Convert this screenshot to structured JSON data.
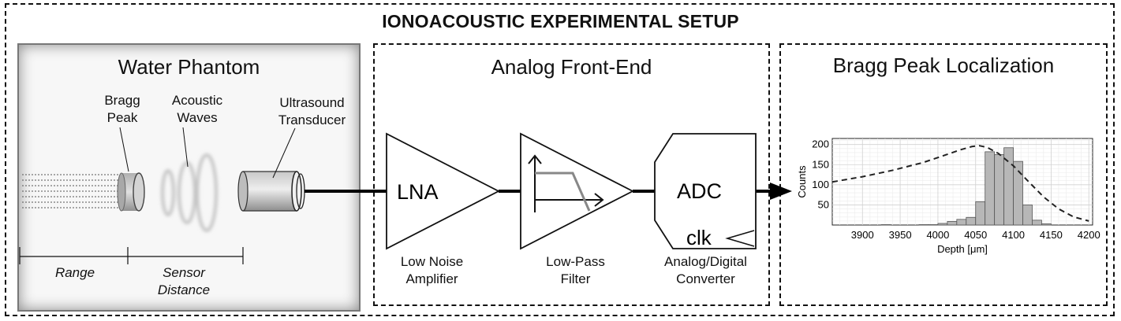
{
  "title": "IONOACOUSTIC EXPERIMENTAL SETUP",
  "water_phantom": {
    "title": "Water Phantom",
    "bragg_peak": [
      "Bragg",
      "Peak"
    ],
    "acoustic_waves": [
      "Acoustic",
      "Waves"
    ],
    "transducer": [
      "Ultrasound",
      "Transducer"
    ],
    "range": "Range",
    "sensor_distance": [
      "Sensor",
      "Distance"
    ]
  },
  "afe": {
    "title": "Analog Front-End",
    "lna": "LNA",
    "lna_caption": [
      "Low Noise",
      "Amplifier"
    ],
    "lpf_caption": [
      "Low-Pass",
      "Filter"
    ],
    "adc": "ADC",
    "clk": "clk",
    "adc_caption": [
      "Analog/Digital",
      "Converter"
    ]
  },
  "localization": {
    "title": "Bragg Peak Localization"
  },
  "chart_data": {
    "type": "bar",
    "xlabel": "Depth [μm]",
    "ylabel": "Counts",
    "xlim": [
      3860,
      4205
    ],
    "ylim": [
      0,
      215
    ],
    "x_ticks": [
      "3900",
      "3950",
      "4000",
      "4050",
      "4100",
      "4150",
      "4200"
    ],
    "y_ticks": [
      "50",
      "100",
      "150",
      "200"
    ],
    "bin_width": 12.5,
    "bins": [
      3925,
      3975,
      3987.5,
      4000,
      4012.5,
      4025,
      4037.5,
      4050,
      4062.5,
      4075,
      4087.5,
      4100,
      4112.5,
      4125,
      4137.5
    ],
    "values": [
      1,
      1,
      1,
      4,
      9,
      14,
      19,
      58,
      182,
      175,
      192,
      158,
      50,
      12,
      3
    ],
    "curve": {
      "x": [
        3860,
        3900,
        3940,
        3980,
        4010,
        4030,
        4045,
        4055,
        4065,
        4080,
        4100,
        4120,
        4140,
        4160,
        4180,
        4200
      ],
      "y": [
        107,
        120,
        136,
        155,
        174,
        187,
        195,
        197,
        193,
        178,
        147,
        108,
        70,
        40,
        20,
        10
      ]
    },
    "grid": true
  }
}
